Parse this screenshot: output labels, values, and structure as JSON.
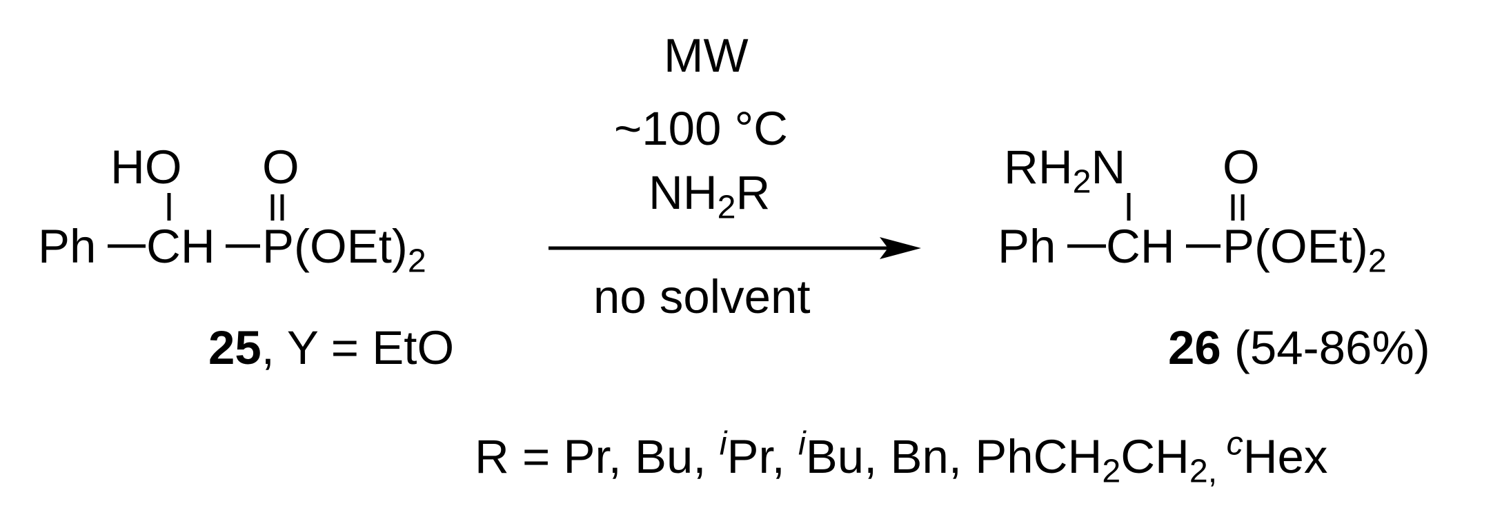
{
  "reactant": {
    "substituent_top": "HO",
    "oxygen_top": "O",
    "phenyl": "Ph",
    "carbon": "CH",
    "phosphorus": "P",
    "ester_open": "(OEt)",
    "ester_sub": "2",
    "compound_number": "25",
    "compound_rest": ", Y = EtO"
  },
  "conditions": {
    "line1": "MW",
    "line2": "~100 °C",
    "amine_base": "NH",
    "amine_sub": "2",
    "amine_tail": "R",
    "below_arrow": "no solvent"
  },
  "product": {
    "amine_top_prefix": "RH",
    "amine_top_sub": "2",
    "amine_top_suffix": "N",
    "oxygen_top": "O",
    "phenyl": "Ph",
    "carbon": "CH",
    "phosphorus": "P",
    "ester_open": "(OEt)",
    "ester_sub": "2",
    "compound_number": "26",
    "yield": " (54-86%)"
  },
  "substituents": {
    "lead": "R = Pr, Bu, ",
    "ipr_sup": "i",
    "ipr_text": "Pr, ",
    "ibu_sup": "i",
    "ibu_text": "Bu, Bn, PhCH",
    "ph_sub1": "2",
    "ph_mid": "CH",
    "ph_sub2": "2, ",
    "chex_sup": "c",
    "chex_text": "Hex"
  }
}
